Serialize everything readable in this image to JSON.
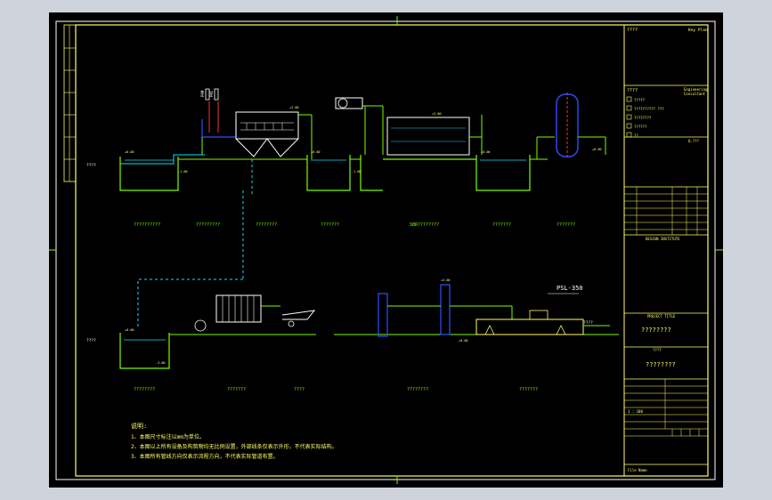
{
  "title_block": {
    "header_code": "????",
    "key_plan": "Key Plan",
    "engineering_code": "????",
    "engineering_label": "Engineering",
    "consultant_label": "Consultant",
    "checklist": [
      {
        "label": "?????"
      },
      {
        "label": "?????????? ???"
      },
      {
        "label": "????????"
      },
      {
        "label": "??????"
      },
      {
        "label": "??"
      }
    ],
    "legend_text": "Q.???",
    "design_institute": "DESIGN INSTITUTE",
    "project_title_label": "PROJECT TITLE",
    "project_title_value": "????????",
    "sub_title_label": "????",
    "sub_title_value": "????????",
    "scale": "1 : 100",
    "file_no": "File Name"
  },
  "processes_top": [
    {
      "label": "??????????"
    },
    {
      "label": "?????????"
    },
    {
      "label": "????????"
    },
    {
      "label": "???????"
    },
    {
      "label": "SBR????????"
    },
    {
      "label": "???????"
    },
    {
      "label": "???????"
    }
  ],
  "processes_bottom": [
    {
      "label": "????????"
    },
    {
      "label": "???????"
    },
    {
      "label": "????"
    },
    {
      "label": "????????"
    },
    {
      "label": "???????"
    }
  ],
  "equipment": {
    "psl_tag": "PSL-350",
    "pam_tag": "PAM",
    "pac_tag": "PAC",
    "inlet_top": "????",
    "inlet_bottom": "????",
    "outlet_label": "????"
  },
  "notes": {
    "title": "说明:",
    "items": [
      "1、本图尺寸标注以mm为单位。",
      "2、本图以上所有设备及构筑物均无比例设置，外部线条仅表示外形，不代表实际结构。",
      "3、本图所有管线方向仅表示流程方向，不代表实际管道布置。"
    ]
  },
  "colors": {
    "background": "#000000",
    "frame": "#ffff66",
    "structure": "#7cfc00",
    "pipe": "#00e5ff",
    "equipment": "#ffffff",
    "tank_blue": "#2f4fff"
  }
}
